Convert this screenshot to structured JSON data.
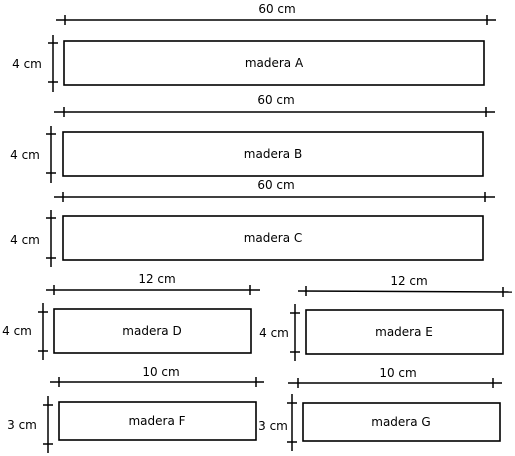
{
  "pieces": [
    {
      "name": "madera A",
      "length": "60 cm",
      "width": "4 cm"
    },
    {
      "name": "madera B",
      "length": "60 cm",
      "width": "4 cm"
    },
    {
      "name": "madera C",
      "length": "60 cm",
      "width": "4 cm"
    },
    {
      "name": "madera D",
      "length": "12 cm",
      "width": "4 cm"
    },
    {
      "name": "madera E",
      "length": "12 cm",
      "width": "4 cm"
    },
    {
      "name": "madera F",
      "length": "10 cm",
      "width": "3 cm"
    },
    {
      "name": "madera G",
      "length": "10 cm",
      "width": "3 cm"
    }
  ]
}
